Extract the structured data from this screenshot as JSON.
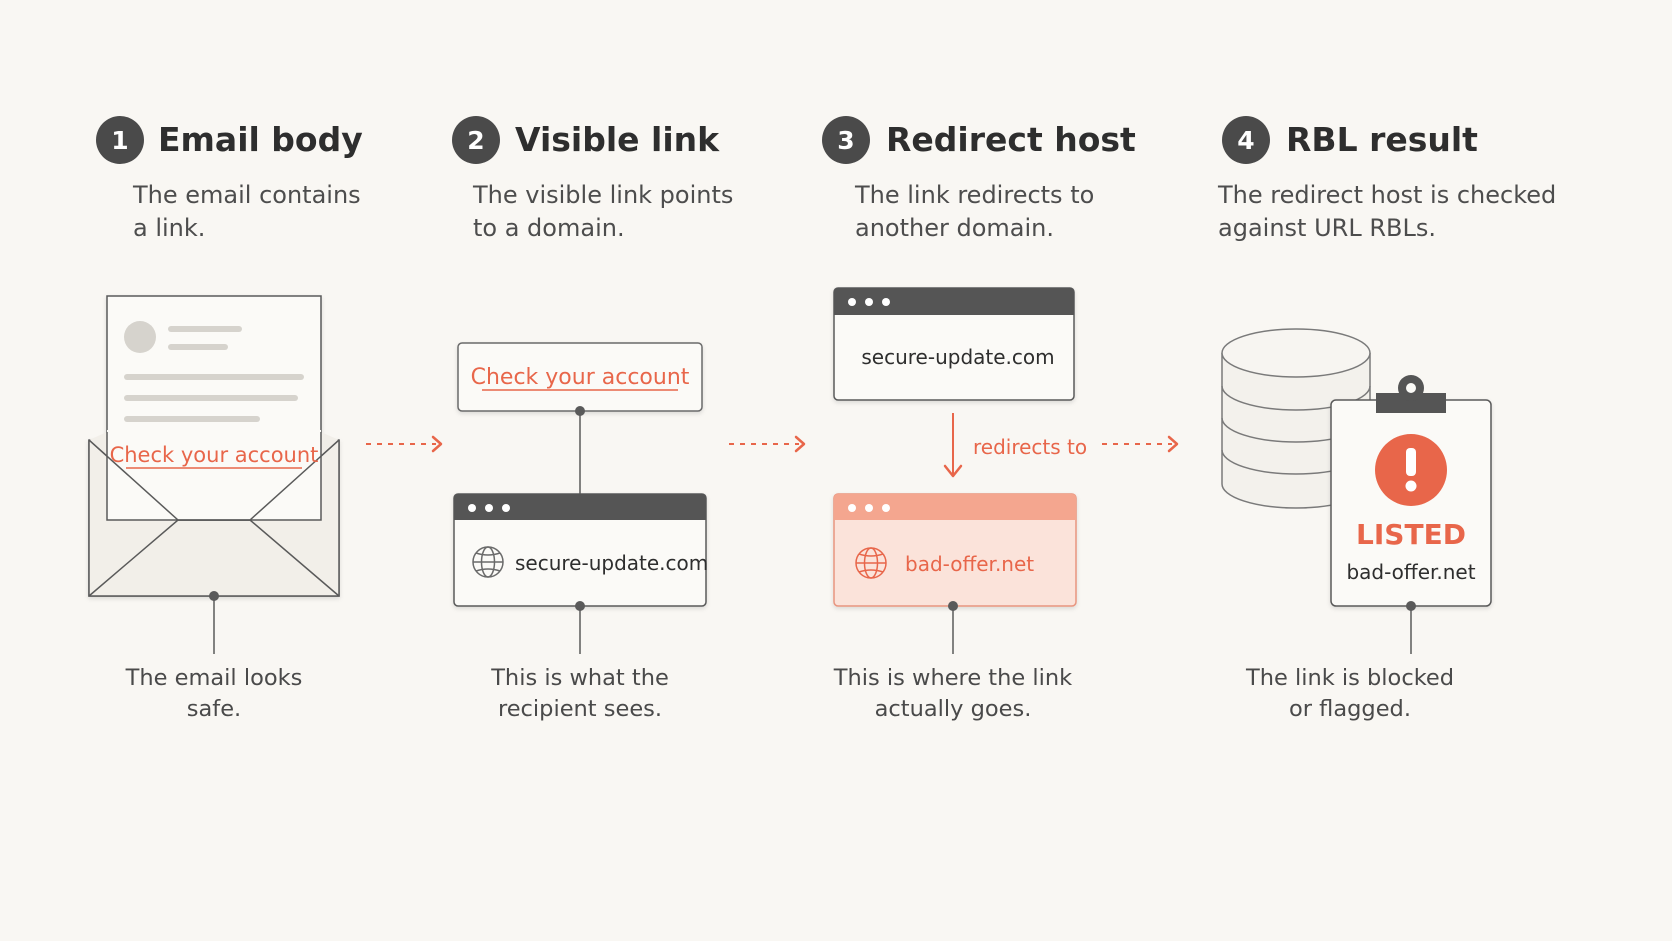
{
  "steps": [
    {
      "number": "1",
      "title": "Email body",
      "description_lines": [
        "The email contains",
        "a link."
      ],
      "caption_lines": [
        "The email looks",
        "safe."
      ]
    },
    {
      "number": "2",
      "title": "Visible link",
      "description_lines": [
        "The visible link points",
        "to a domain."
      ],
      "caption_lines": [
        "This is what the",
        "recipient sees."
      ]
    },
    {
      "number": "3",
      "title": "Redirect host",
      "description_lines": [
        "The link redirects to",
        "another domain."
      ],
      "caption_lines": [
        "This is where the link",
        "actually goes."
      ]
    },
    {
      "number": "4",
      "title": "RBL result",
      "description_lines": [
        "The redirect host is checked",
        "against URL RBLs."
      ],
      "caption_lines": [
        "The link is blocked",
        "or flagged."
      ]
    }
  ],
  "email": {
    "link_text": "Check your account"
  },
  "visible_link": {
    "link_text": "Check your account",
    "domain": "secure-update.com"
  },
  "redirect": {
    "source_domain": "secure-update.com",
    "arrow_label": "redirects to",
    "target_domain": "bad-offer.net"
  },
  "rbl": {
    "status": "LISTED",
    "domain": "bad-offer.net"
  },
  "colors": {
    "accent": "#e8664a",
    "dark": "#4a4a4a",
    "background": "#f9f7f3",
    "danger_fill": "#fbe3da"
  },
  "icons": [
    "envelope-icon",
    "globe-icon",
    "database-icon",
    "clipboard-icon",
    "exclamation-icon",
    "arrow-right-icon",
    "arrow-down-icon"
  ]
}
